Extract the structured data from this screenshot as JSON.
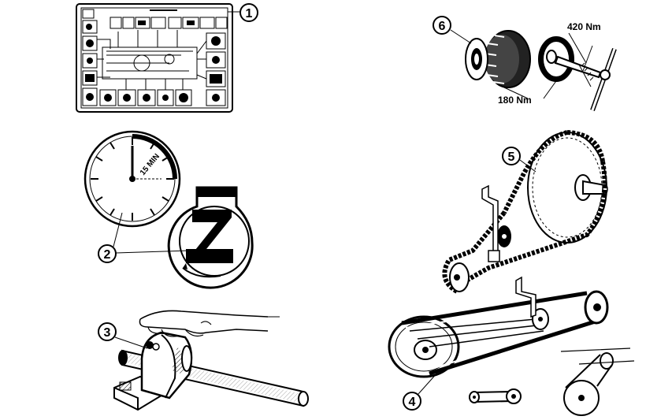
{
  "callouts": {
    "c1": "1",
    "c2": "2",
    "c3": "3",
    "c4": "4",
    "c5": "5",
    "c6": "6"
  },
  "labels": {
    "timer": "15 MIN",
    "torque_high": "420 Nm",
    "torque_low": "180 Nm"
  }
}
